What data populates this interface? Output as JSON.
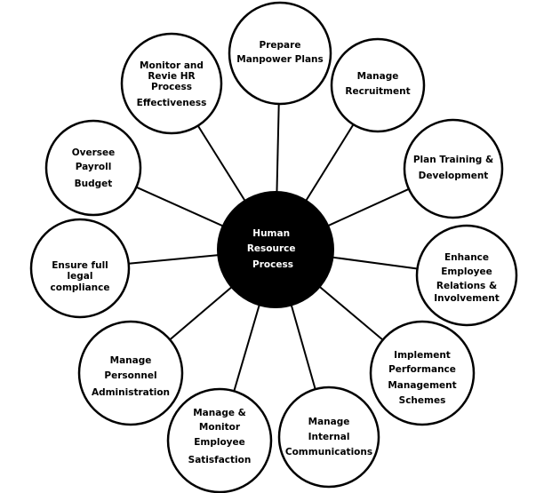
{
  "hub": {
    "lines": [
      "Human",
      "Resource",
      "Process"
    ]
  },
  "nodes": [
    {
      "id": "prepare-manpower-plans",
      "lines": [
        "Prepare",
        "Manpower Plans"
      ]
    },
    {
      "id": "manage-recruitment",
      "lines": [
        "Manage",
        "Recruitment"
      ]
    },
    {
      "id": "plan-training-development",
      "lines": [
        "Plan Training &",
        "Development"
      ]
    },
    {
      "id": "enhance-employee-relations",
      "lines": [
        "Enhance",
        "Employee",
        "Relations &",
        "Involvement"
      ]
    },
    {
      "id": "implement-performance-management",
      "lines": [
        "Implement",
        "Performance",
        "Management",
        "Schemes"
      ]
    },
    {
      "id": "manage-internal-communications",
      "lines": [
        "Manage",
        "Internal",
        "Communications"
      ]
    },
    {
      "id": "manage-monitor-employee-satisfaction",
      "lines": [
        "Manage &",
        "Monitor",
        "Employee",
        "Satisfaction"
      ]
    },
    {
      "id": "manage-personnel-administration",
      "lines": [
        "Manage",
        "Personnel",
        "Administration"
      ]
    },
    {
      "id": "ensure-legal-compliance",
      "lines": [
        "Ensure full",
        "legal",
        "compliance"
      ]
    },
    {
      "id": "oversee-payroll-budget",
      "lines": [
        "Oversee",
        "Payroll",
        "Budget"
      ]
    },
    {
      "id": "monitor-review-hr-process",
      "lines": [
        "Monitor and",
        "Revie HR",
        "Process",
        "Effectiveness"
      ]
    }
  ],
  "colors": {
    "hub_fill": "#000000",
    "hub_text": "#ffffff",
    "node_fill": "#ffffff",
    "stroke": "#000000"
  }
}
